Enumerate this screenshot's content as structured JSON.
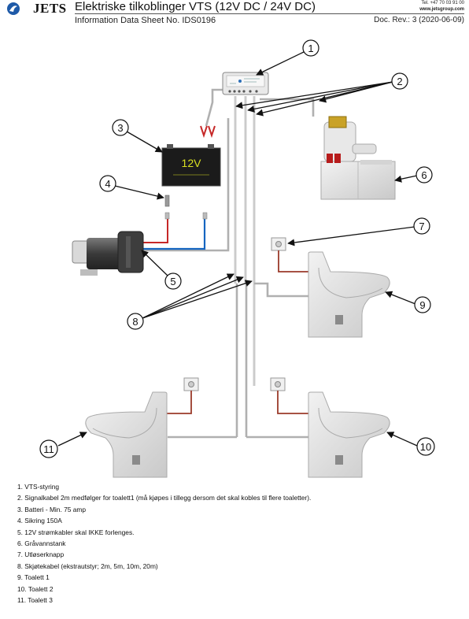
{
  "header": {
    "logo": "JETS",
    "title": "Elektriske tilkoblinger VTS (12V DC / 24V DC)",
    "subtitle": "Information Data Sheet No. IDS0196",
    "phone": "Tel. +47 70 03 91 00",
    "website": "www.jetsgroup.com",
    "revision": "Doc. Rev.: 3 (2020-06-09)"
  },
  "diagram": {
    "battery_label": "12V",
    "callouts": [
      "1",
      "2",
      "3",
      "4",
      "5",
      "6",
      "7",
      "8",
      "9",
      "10",
      "11"
    ]
  },
  "legend": [
    "1. VTS-styring",
    "2. Signalkabel 2m medfølger for toalett1 (må kjøpes i tillegg dersom det skal kobles til flere toaletter).",
    "3. Batteri - Min. 75 amp",
    "4. Sikring 150A",
    "5. 12V strømkabler skal IKKE forlenges.",
    "6. Gråvannstank",
    "7. Utløserknapp",
    "8. Skjøtekabel (ekstrautstyr; 2m, 5m, 10m, 20m)",
    "9. Toalett 1",
    "10. Toalett 2",
    "11. Toalett 3"
  ]
}
